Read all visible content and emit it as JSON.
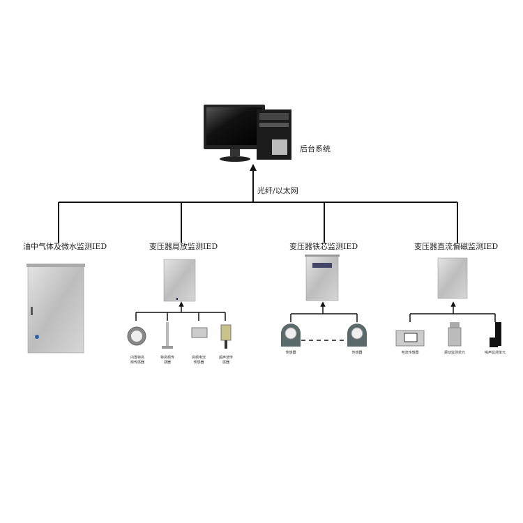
{
  "backend": {
    "label": "后台系统"
  },
  "network": {
    "label": "光纤/以太网"
  },
  "ieds": [
    {
      "label": "油中气体及微水监测IED"
    },
    {
      "label": "变压器局放监测IED",
      "sensors": [
        "内置特高频传感器",
        "特高频传感器",
        "高频电流传感器",
        "超声波传感器"
      ]
    },
    {
      "label": "变压器铁芯监测IED",
      "sensors": [
        "传感器",
        "传感器"
      ]
    },
    {
      "label": "变压器直流偏磁监测IED",
      "sensors": [
        "电流传感器",
        "振动监测单元",
        "噪声监测单元"
      ]
    }
  ],
  "colors": {
    "line": "#111111",
    "steel": "#c8c8c8"
  }
}
